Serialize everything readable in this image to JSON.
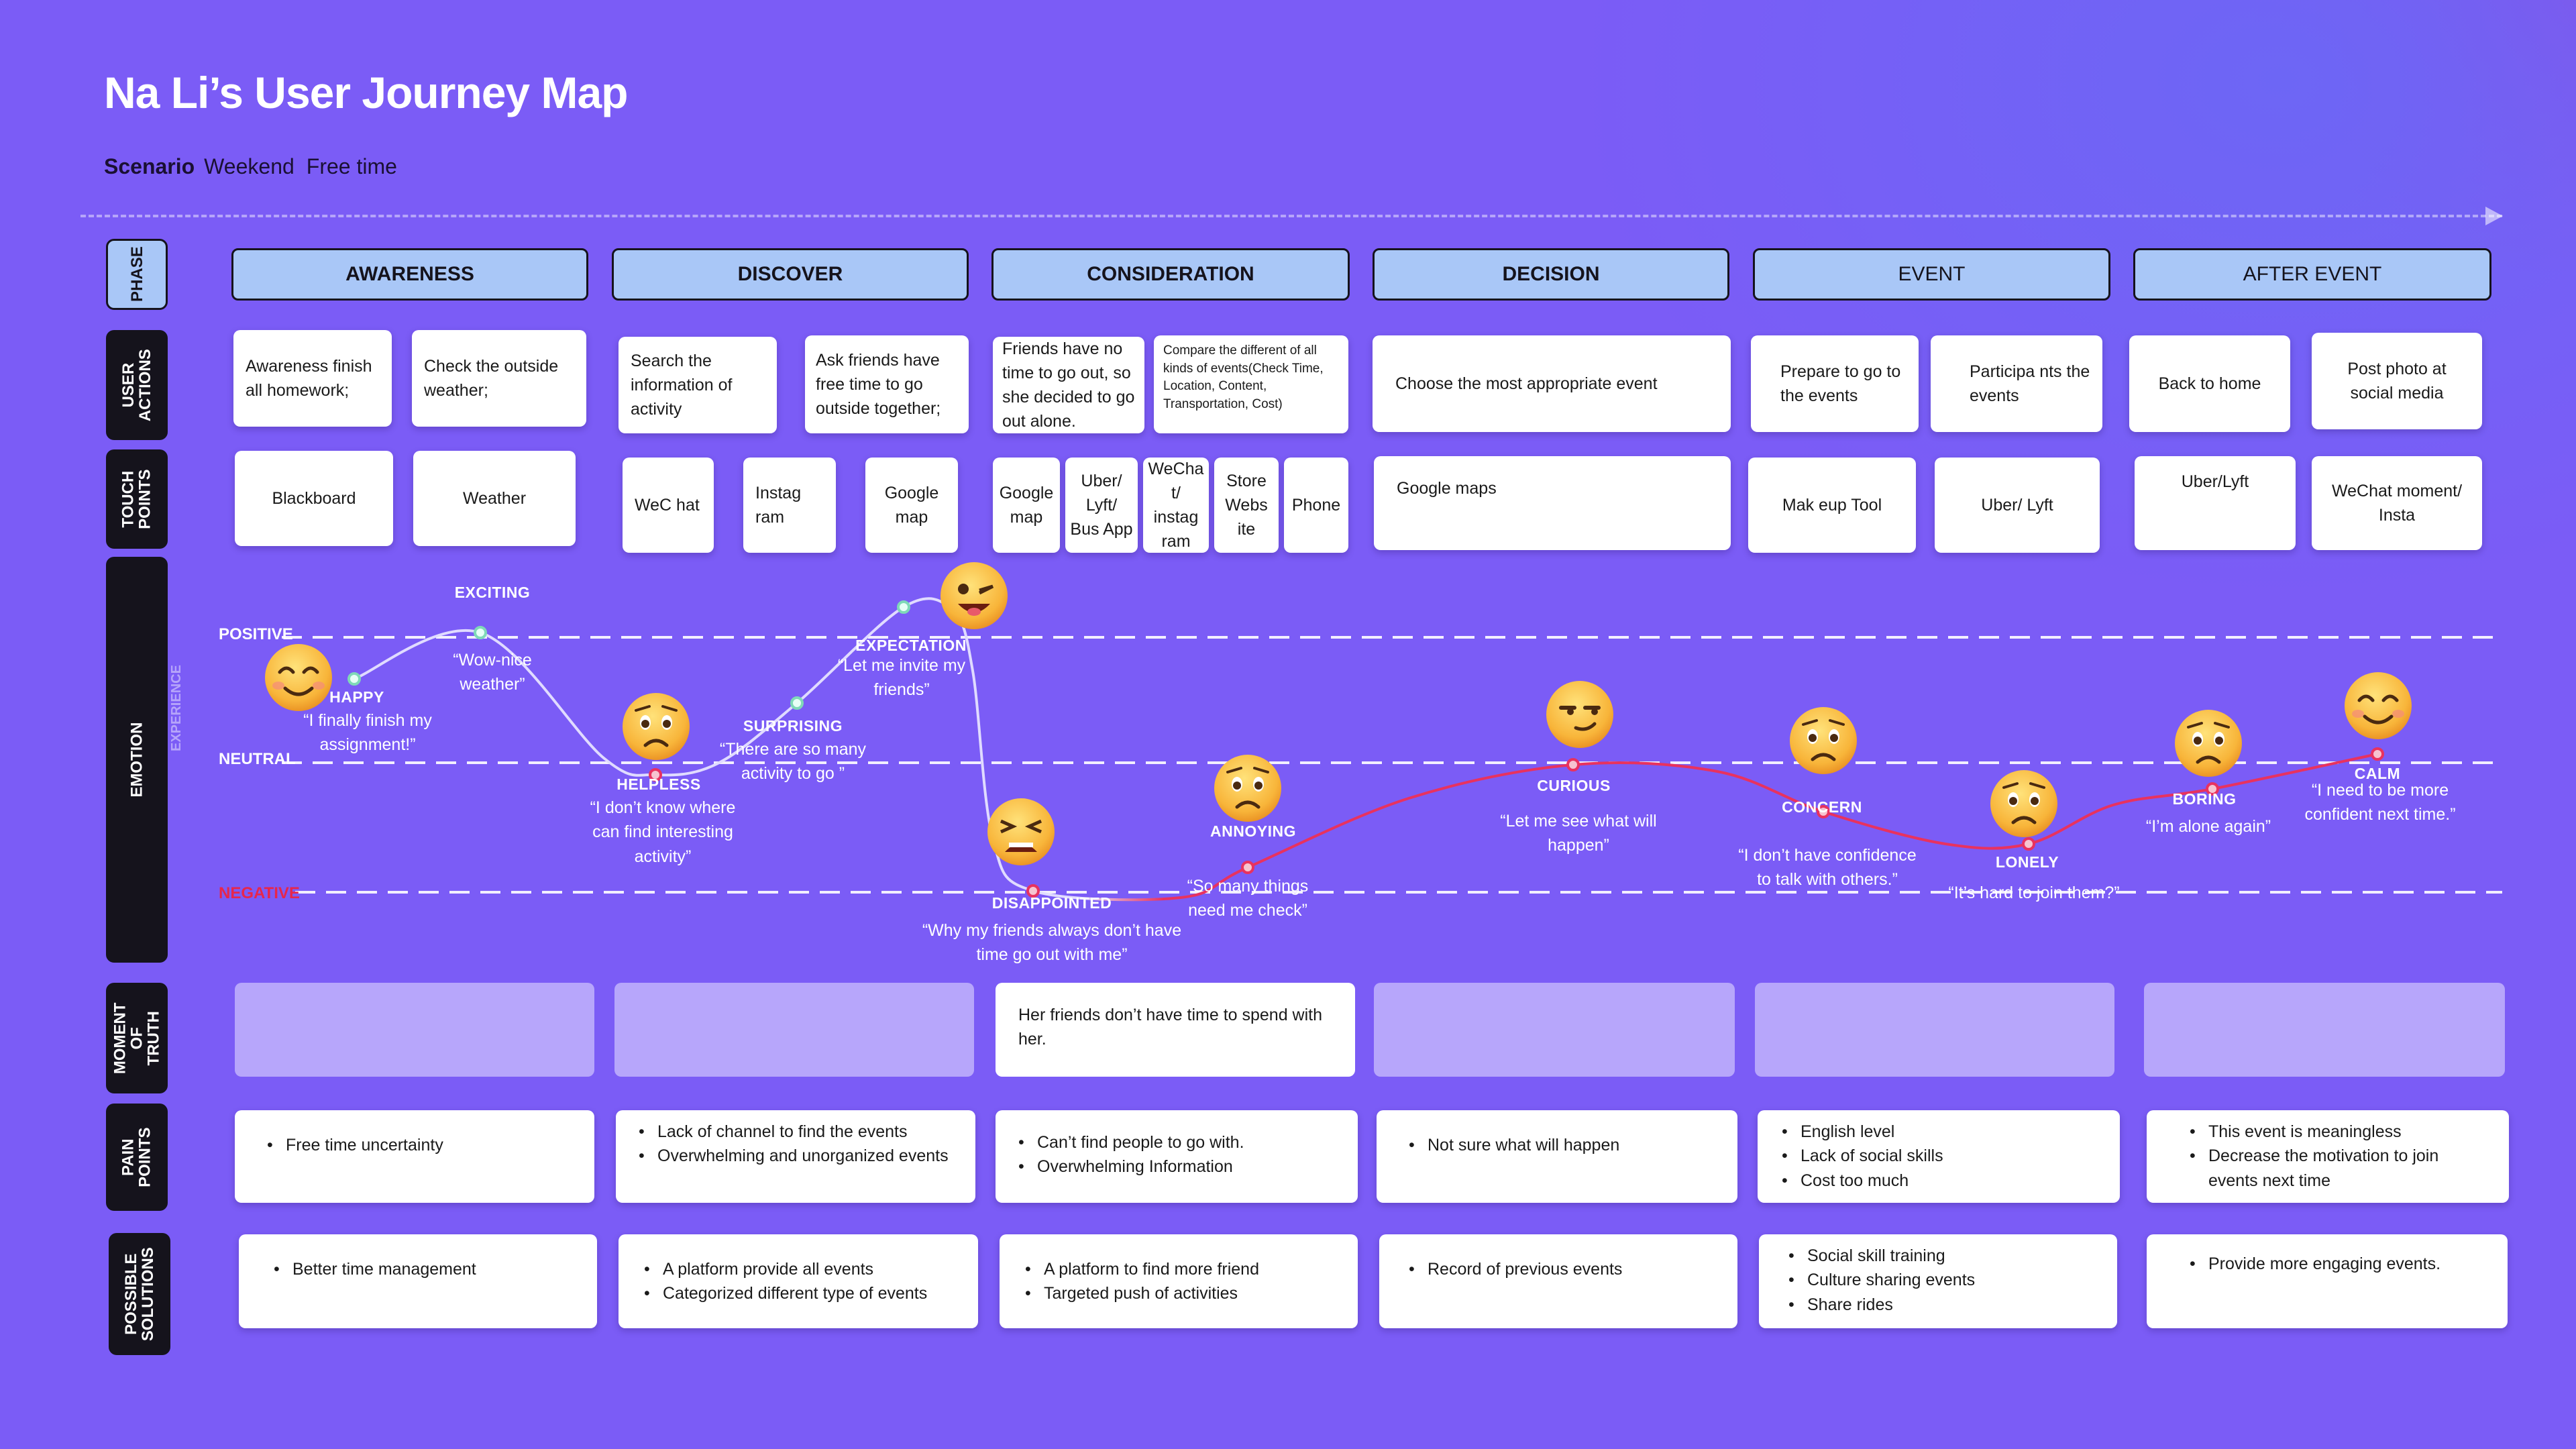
{
  "title": "Na Li’s User Journey Map",
  "scenario": {
    "label": "Scenario",
    "values": [
      "Weekend",
      "Free time"
    ]
  },
  "row_labels": {
    "phase": "PHASE",
    "user_actions": "USER\nACTIONS",
    "touch_points": "TOUCH\nPOINTS",
    "emotion": "EMOTION",
    "moment_of_truth": "MOMENT\nOF\nTRUTH",
    "pain_points": "PAIN\nPOINTS",
    "possible_solutions": "POSSIBLE\nSOLUTIONS"
  },
  "phases": [
    "AWARENESS",
    "DISCOVER",
    "CONSIDERATION",
    "DECISION",
    "EVENT",
    "AFTER EVENT"
  ],
  "user_actions": [
    "Awareness finish all homework;",
    "Check the outside weather;",
    "Search the information of activity",
    "Ask friends have free time to go outside together;",
    "Friends have no time to go out, so she decided to go out alone.",
    "Compare the different of all kinds of events(Check Time, Location, Content, Transportation, Cost)",
    "Choose the most appropriate event",
    "Prepare to go to the events",
    "Participa nts the events",
    "Back to home",
    "Post photo at social media"
  ],
  "touch_points": [
    "Blackboard",
    "Weather",
    "WeC hat",
    "Instag ram",
    "Google map",
    "Google map",
    "Uber/ Lyft/ Bus App",
    "WeCha t/ instag ram",
    "Store Webs ite",
    "Phone",
    "Google maps",
    "Mak eup Tool",
    "Uber/ Lyft",
    "Uber/Lyft",
    "WeChat moment/ Insta"
  ],
  "emotion": {
    "axis": {
      "positive": "POSITIVE",
      "neutral": "NEUTRAL",
      "negative": "NEGATIVE",
      "side": "EXPERIENCE"
    },
    "points": [
      {
        "label": "HAPPY",
        "quote": "“I finally finish my assignment!”",
        "level": "mid-high",
        "face": "smiling"
      },
      {
        "label": "EXCITING",
        "quote": "“Wow-nice weather”",
        "level": "high",
        "face": ""
      },
      {
        "label": "HELPLESS",
        "quote": "“I don’t know where can find interesting activity”",
        "level": "neutral-low",
        "face": "frowning"
      },
      {
        "label": "SURPRISING",
        "quote": "“There are so many activity to go ”",
        "level": "mid",
        "face": ""
      },
      {
        "label": "EXPECTATION",
        "quote": "“Let me invite my friends”",
        "level": "high",
        "face": "winking"
      },
      {
        "label": "DISAPPOINTED",
        "quote": "“Why my friends always don’t have time go out with me”",
        "level": "low",
        "face": "tired"
      },
      {
        "label": "ANNOYING",
        "quote": "“So many things need me check”",
        "level": "low-mid",
        "face": "worried"
      },
      {
        "label": "CURIOUS",
        "quote": "“Let me see what will happen”",
        "level": "neutral",
        "face": "smirking"
      },
      {
        "label": "CONCERN",
        "quote": "“I don’t have confidence to talk with others.”",
        "level": "neutral-low",
        "face": "anxious"
      },
      {
        "label": "LONELY",
        "quote": "“It’s hard to join them?”",
        "level": "low-mid",
        "face": "sad"
      },
      {
        "label": "BORING",
        "quote": "“I’m alone again”",
        "level": "neutral-low",
        "face": "frowning"
      },
      {
        "label": "CALM",
        "quote": "“I need to be more confident next time.”",
        "level": "neutral",
        "face": "relieved"
      }
    ]
  },
  "moment_of_truth": [
    "",
    "",
    "Her friends don’t have time to spend with her.",
    "",
    "",
    ""
  ],
  "pain_points": [
    [
      "Free time uncertainty"
    ],
    [
      "Lack of channel to find the events",
      "Overwhelming and unorganized events"
    ],
    [
      "Can’t find people to go with.",
      "Overwhelming Information"
    ],
    [
      "Not sure what will happen"
    ],
    [
      "English level",
      "Lack of social skills",
      "Cost too much"
    ],
    [
      "This event is meaningless",
      "Decrease the motivation to join events next time"
    ]
  ],
  "possible_solutions": [
    [
      "Better time management"
    ],
    [
      "A platform provide all events",
      "Categorized different type of events"
    ],
    [
      "A platform to find more friend",
      "Targeted push of activities"
    ],
    [
      "Record of previous events"
    ],
    [
      "Social skill training",
      "Culture sharing events",
      "Share rides"
    ],
    [
      "Provide more engaging events."
    ]
  ],
  "colors": {
    "background": "#7b5cf6",
    "phase": "#a9c7f7",
    "moment": "#b7a6fb",
    "negative": "#e7264b",
    "line_pos": "#d9d2ff",
    "line_neg": "#e8325f"
  }
}
